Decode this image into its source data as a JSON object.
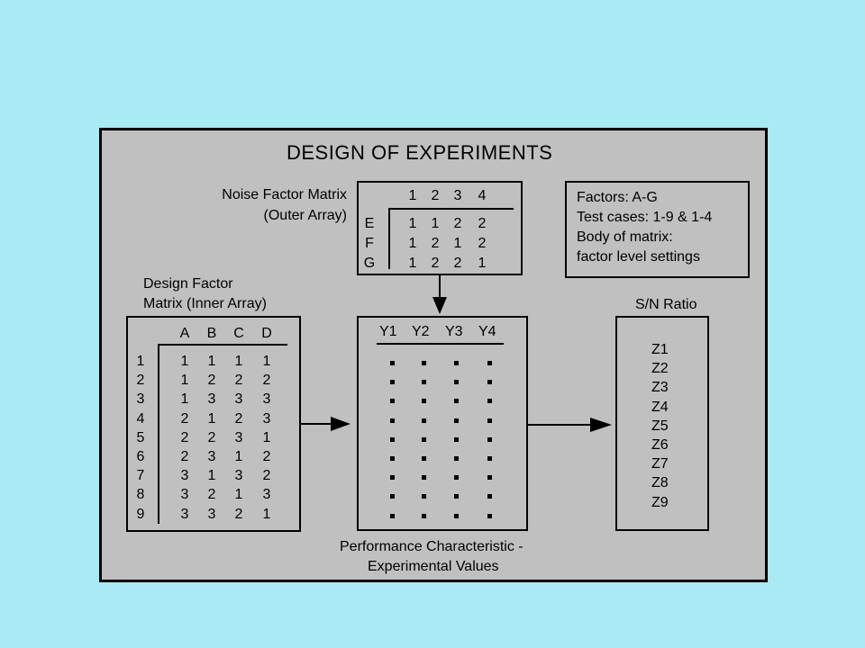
{
  "title": "DESIGN OF EXPERIMENTS",
  "noise_matrix": {
    "label_line1": "Noise Factor Matrix",
    "label_line2": "(Outer Array)",
    "columns": [
      "1",
      "2",
      "3",
      "4"
    ],
    "rows": [
      {
        "label": "E",
        "values": [
          "1",
          "1",
          "2",
          "2"
        ]
      },
      {
        "label": "F",
        "values": [
          "1",
          "2",
          "1",
          "2"
        ]
      },
      {
        "label": "G",
        "values": [
          "1",
          "2",
          "2",
          "1"
        ]
      }
    ]
  },
  "legend": {
    "lines": [
      "Factors: A-G",
      "Test cases: 1-9 & 1-4",
      "Body of matrix:",
      "factor level settings"
    ]
  },
  "design_matrix": {
    "label_line1": "Design Factor",
    "label_line2": "Matrix (Inner Array)",
    "columns": [
      "A",
      "B",
      "C",
      "D"
    ],
    "rows": [
      {
        "label": "1",
        "values": [
          "1",
          "1",
          "1",
          "1"
        ]
      },
      {
        "label": "2",
        "values": [
          "1",
          "2",
          "2",
          "2"
        ]
      },
      {
        "label": "3",
        "values": [
          "1",
          "3",
          "3",
          "3"
        ]
      },
      {
        "label": "4",
        "values": [
          "2",
          "1",
          "2",
          "3"
        ]
      },
      {
        "label": "5",
        "values": [
          "2",
          "2",
          "3",
          "1"
        ]
      },
      {
        "label": "6",
        "values": [
          "2",
          "3",
          "1",
          "2"
        ]
      },
      {
        "label": "7",
        "values": [
          "3",
          "1",
          "3",
          "2"
        ]
      },
      {
        "label": "8",
        "values": [
          "3",
          "2",
          "1",
          "3"
        ]
      },
      {
        "label": "9",
        "values": [
          "3",
          "3",
          "2",
          "1"
        ]
      }
    ]
  },
  "performance": {
    "columns": [
      "Y1",
      "Y2",
      "Y3",
      "Y4"
    ],
    "row_count": 9,
    "caption_line1": "Performance Characteristic -",
    "caption_line2": "Experimental Values"
  },
  "sn_ratio": {
    "label": "S/N Ratio",
    "values": [
      "Z1",
      "Z2",
      "Z3",
      "Z4",
      "Z5",
      "Z6",
      "Z7",
      "Z8",
      "Z9"
    ]
  },
  "colors": {
    "background": "#aaeaf4",
    "panel": "#c0c0c0",
    "ink": "#000000"
  }
}
